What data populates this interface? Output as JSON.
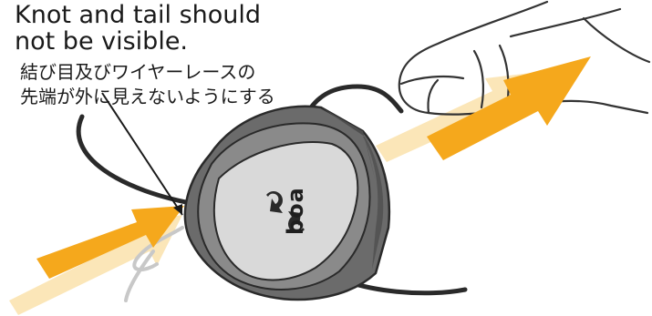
{
  "instruction": {
    "english_line1": "Knot and tail should",
    "english_line2": "not be visible.",
    "japanese_line1": "結び目及びワイヤーレースの",
    "japanese_line2": "先端が外に見えないようにする"
  },
  "dial": {
    "logo_text": "boa"
  },
  "colors": {
    "arrow_orange": "#f5a81c",
    "arrow_faded": "#fbe3b0",
    "dial_dark": "#6b6b6b",
    "dial_face": "#d9d9d9",
    "lace": "#2a2a2a"
  },
  "icons": [
    "rotate-arrow-icon",
    "thumb-hand-icon",
    "pointer-arrow-icon"
  ]
}
